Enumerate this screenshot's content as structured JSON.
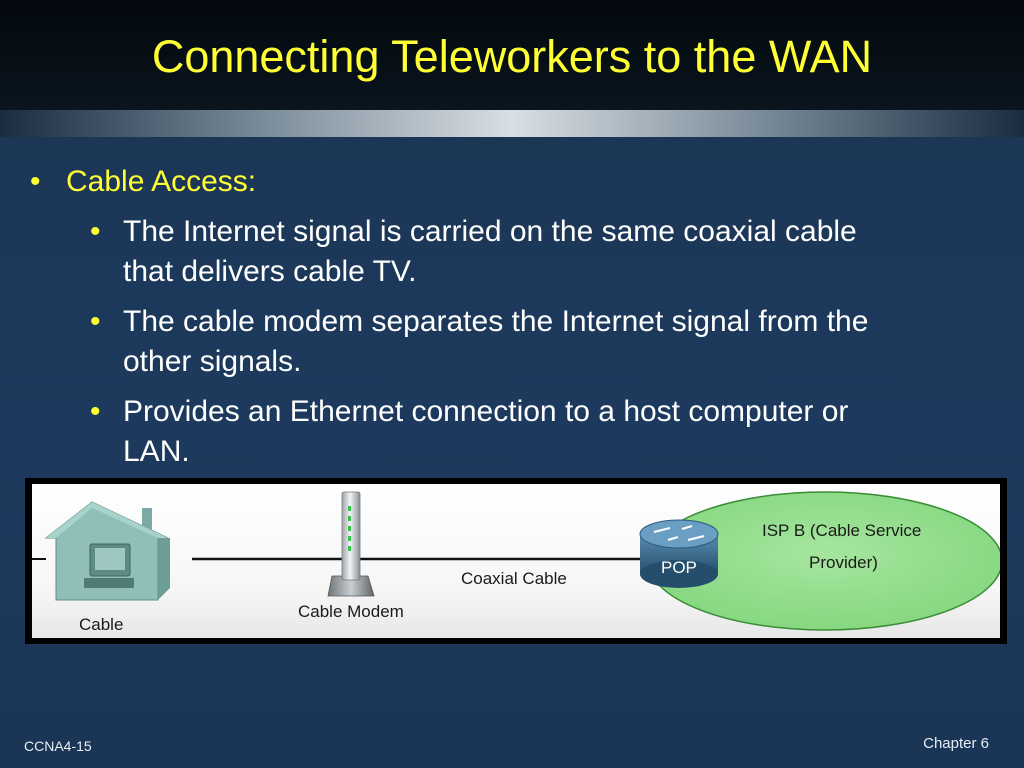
{
  "slide": {
    "title": "Connecting Teleworkers to the WAN",
    "footer_left": "CCNA4-15",
    "footer_right": "Chapter 6"
  },
  "bullets": {
    "level1": {
      "marker": "•",
      "text": "Cable Access:"
    },
    "level2": [
      {
        "marker": "•",
        "lines": [
          "The Internet signal is carried on the same coaxial cable",
          "that delivers cable TV."
        ]
      },
      {
        "marker": "•",
        "lines": [
          "The cable modem separates the Internet signal from the",
          "other signals."
        ]
      },
      {
        "marker": "•",
        "lines": [
          "Provides an Ethernet connection to a host computer or",
          "LAN."
        ]
      }
    ]
  },
  "diagram": {
    "house_label": "Cable",
    "modem_label": "Cable Modem",
    "link_label": "Coaxial Cable",
    "pop_label": "POP",
    "isp_label_line1": "ISP B (Cable Service",
    "isp_label_line2": "Provider)",
    "colors": {
      "house": "#8fbfb8",
      "isp_cloud": "#8fdc8a",
      "router": "#3b6c8e",
      "modem_led": "#37c24a",
      "cable": "#111111"
    },
    "icons": [
      "house-icon",
      "computer-icon",
      "cable-modem-icon",
      "router-icon",
      "isp-cloud"
    ]
  }
}
